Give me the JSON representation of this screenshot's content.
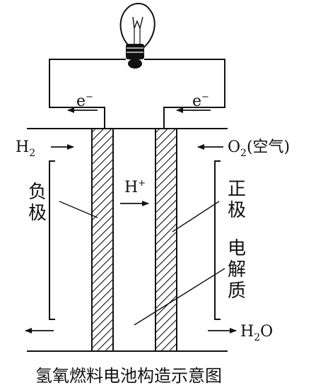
{
  "labels": {
    "h2": "H",
    "h2_sub": "2",
    "o2": "O",
    "o2_sub": "2",
    "o2_paren": "(空气)",
    "electron_left": "e",
    "electron_left_sup": "−",
    "electron_right": "e",
    "electron_right_sup": "−",
    "proton": "H",
    "proton_sup": "+",
    "water": "H",
    "water_sub": "2",
    "water_tail": "O",
    "anode": [
      "负",
      "极"
    ],
    "cathode": [
      "正",
      "极"
    ],
    "electrolyte": [
      "电",
      "解",
      "质"
    ],
    "caption": "氢氧燃料电池构造示意图"
  }
}
